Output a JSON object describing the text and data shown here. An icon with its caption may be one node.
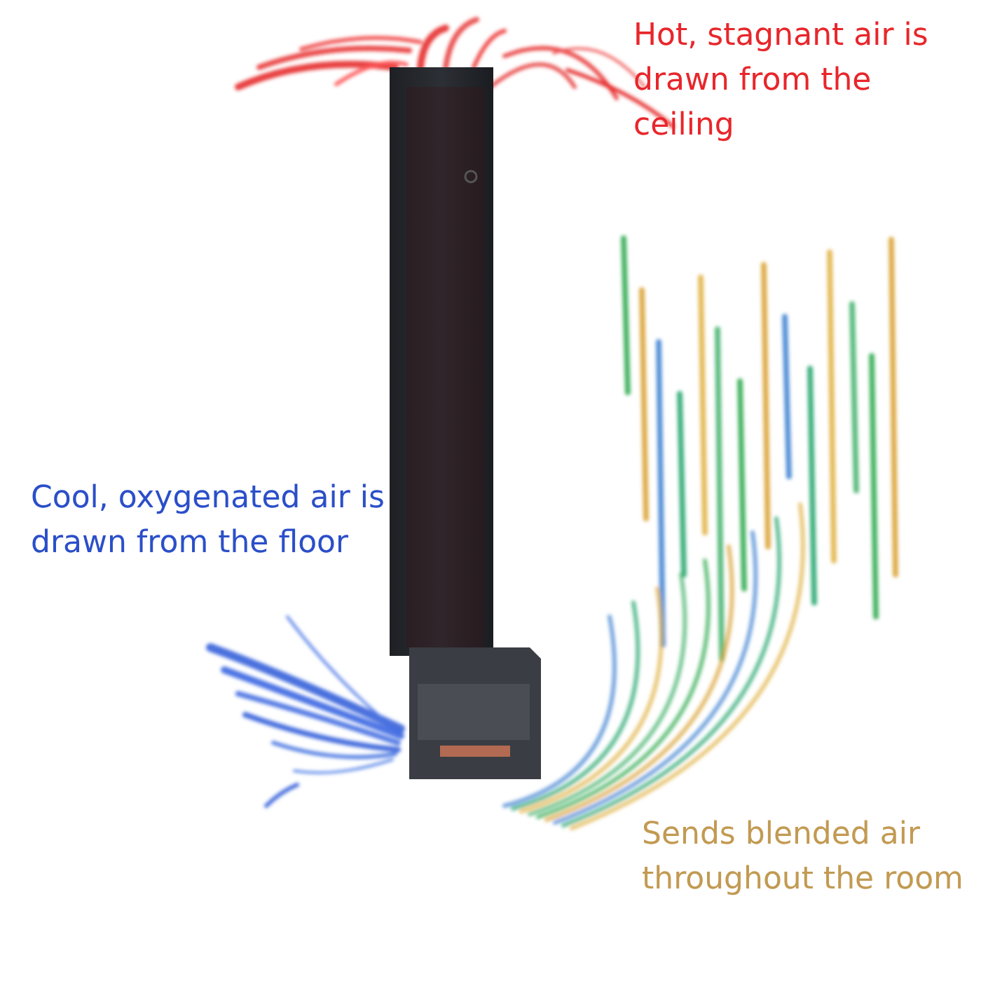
{
  "diagram": {
    "labels": [
      "Hot, stagnant air is drawn from the ceiling",
      "Cool, oxygenated air is drawn from the floor",
      "Sends blended air throughout the room"
    ]
  }
}
